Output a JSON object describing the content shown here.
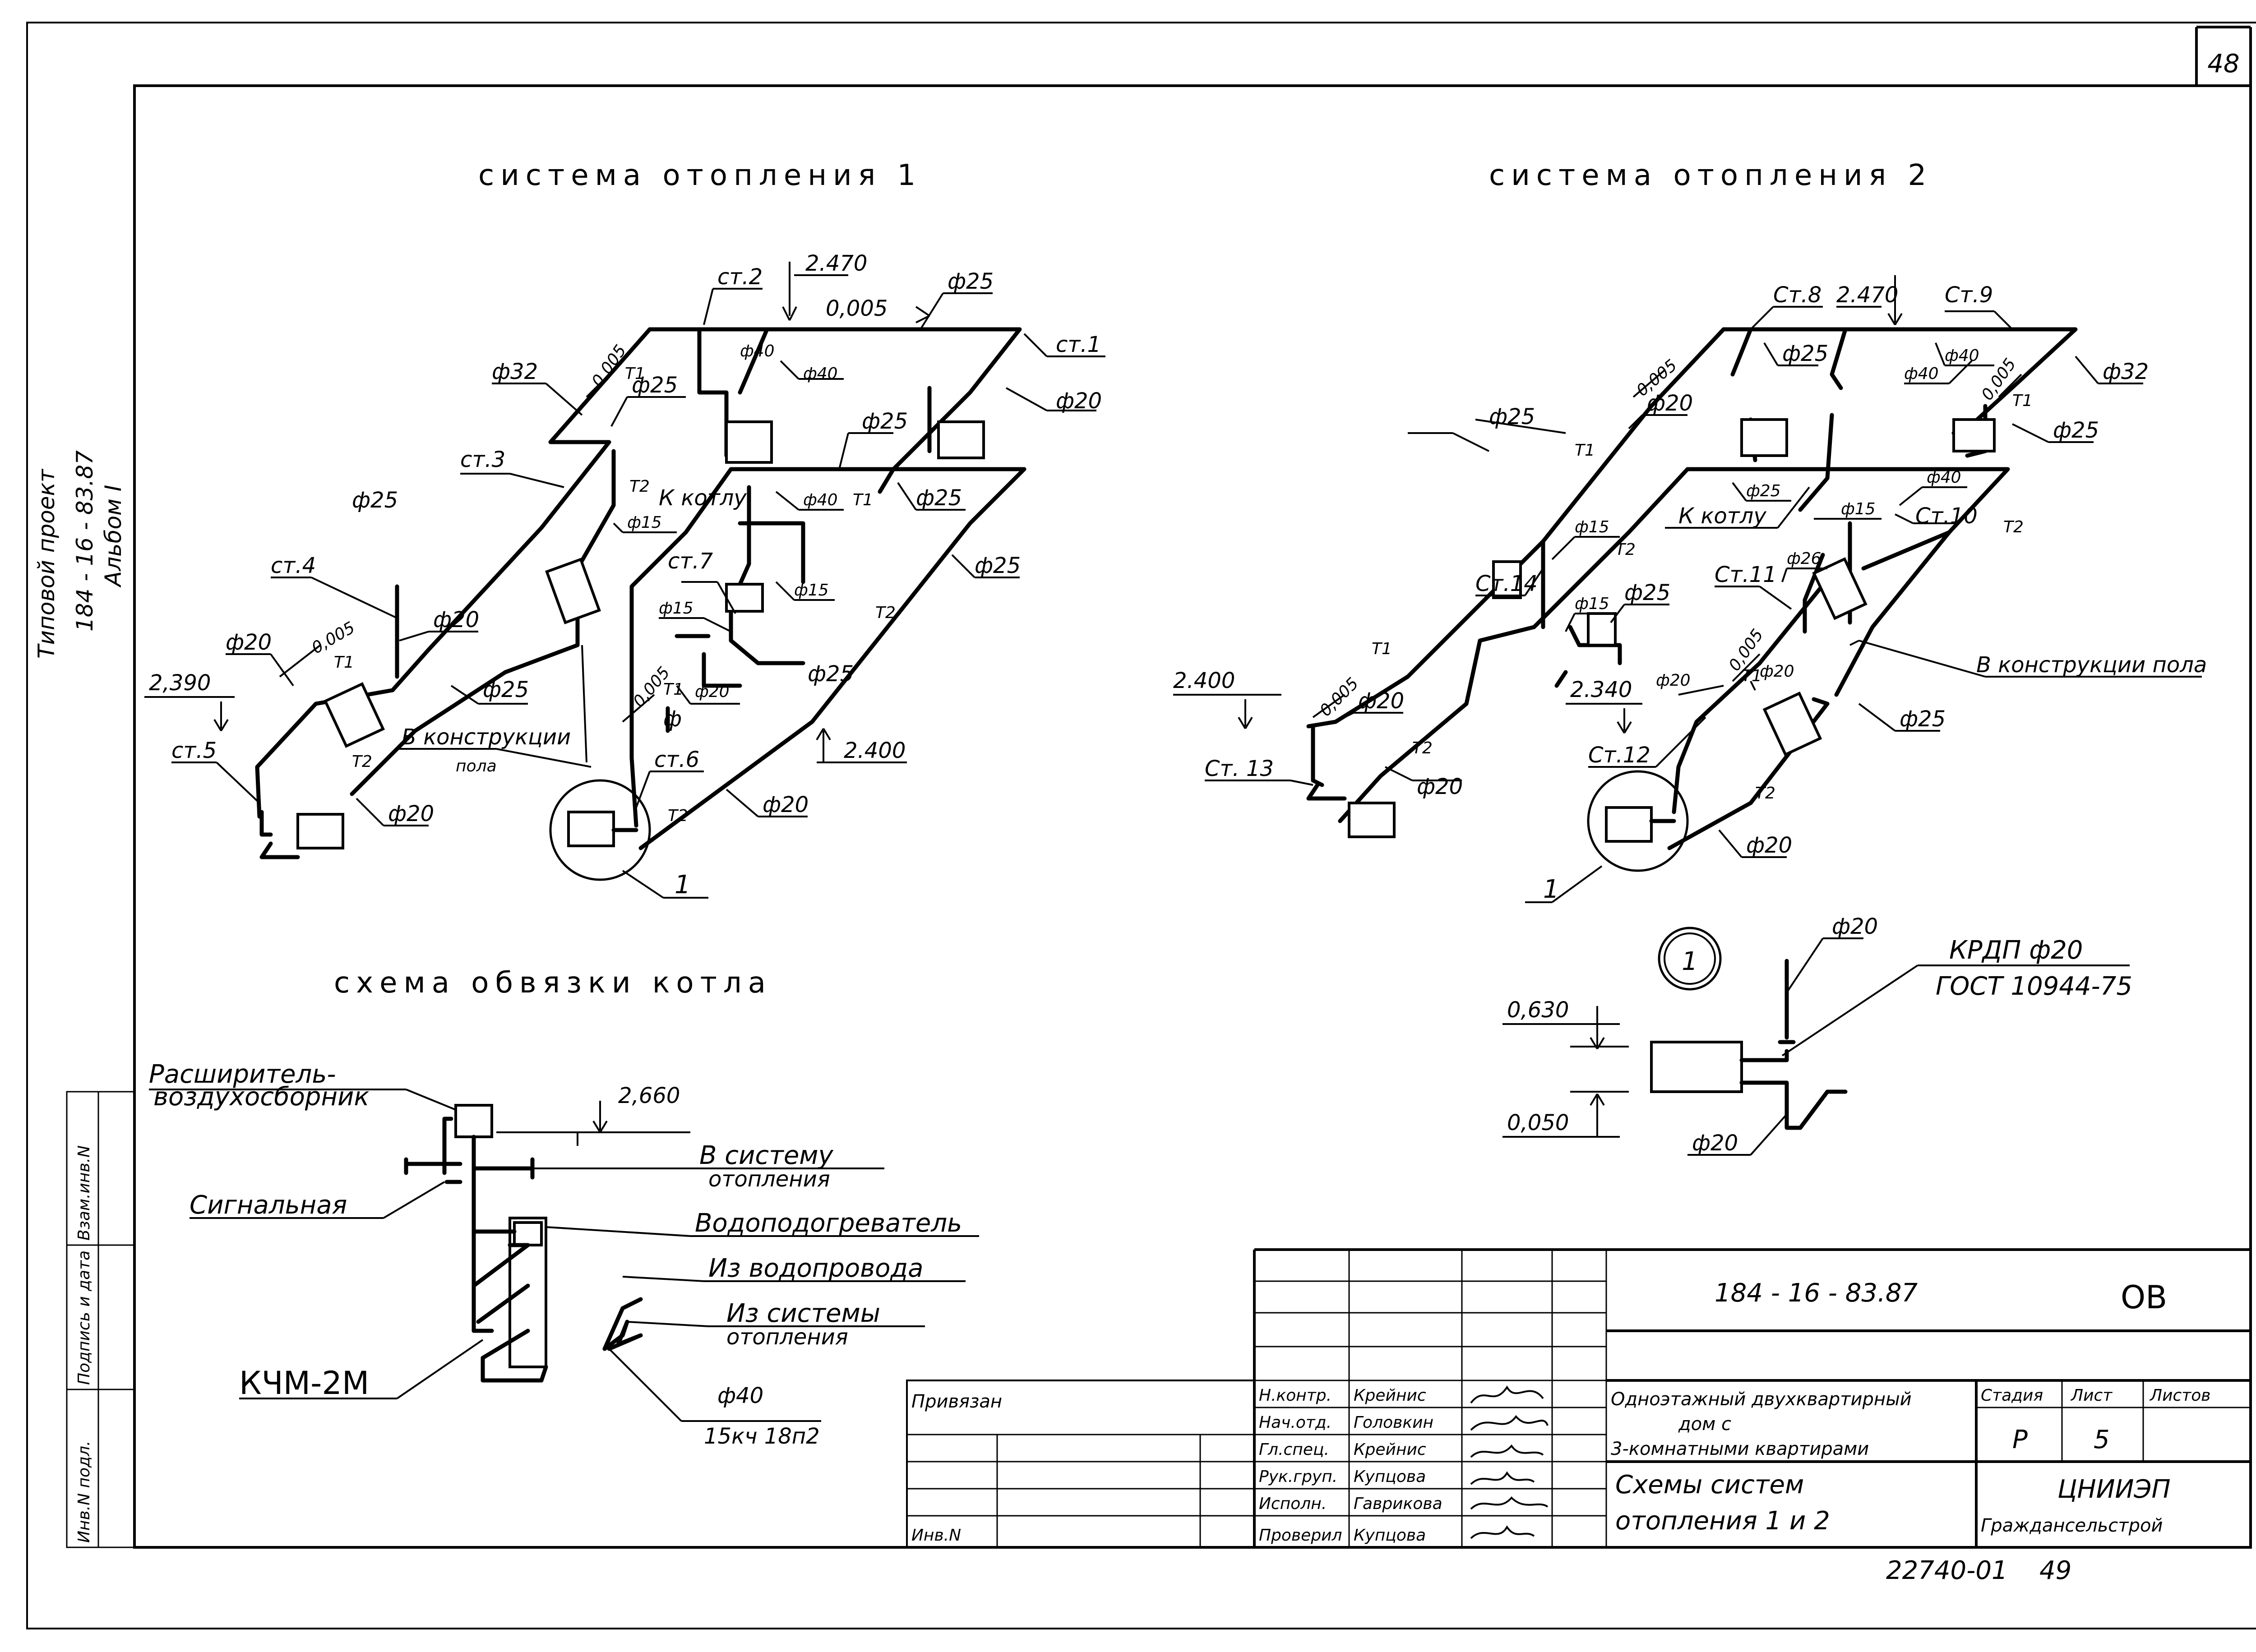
{
  "sheet": {
    "page_number": "48"
  },
  "side": {
    "project_title": "Типовой проект",
    "project_code": "184 - 16 - 83.87",
    "album": "Альбом I",
    "stamps": [
      "Инв.N подл.",
      "Подпись и дата",
      "Взам.инв.N"
    ]
  },
  "system1": {
    "title": "система отопления 1",
    "labels": {
      "st1": "ст.1",
      "st2": "ст.2",
      "st3": "ст.3",
      "st4": "ст.4",
      "st5": "ст.5",
      "st6": "ст.6",
      "st7": "ст.7",
      "d25_top": "ф25",
      "d40_a": "ф40",
      "d40_b": "ф40",
      "d25_b": "ф25",
      "d20_right": "ф20",
      "d32": "ф32",
      "d25_c": "ф25",
      "d25_d": "ф25",
      "d25_e": "ф25",
      "d25_f": "ф25",
      "d40_c": "ф40",
      "d15_a": "ф15",
      "d15_b": "ф15",
      "d15_c": "ф15",
      "d20_a": "ф20",
      "d20_b": "ф20",
      "d20_c": "ф20",
      "d20_d": "ф20",
      "d20_e": "ф20",
      "d25_g": "ф25",
      "d25_h": "ф25",
      "phi": "ф",
      "el_2470": "2.470",
      "slope_top": "0,005",
      "slope_a": "0,005",
      "slope_b": "0,005",
      "slope_c": "0,005",
      "el_2390": "2,390",
      "el_2400": "2.400",
      "t1_a": "T1",
      "t1_b": "T1",
      "t1_c": "T1",
      "t1_d": "T1",
      "t2_a": "T2",
      "t2_b": "T2",
      "t2_c": "T2",
      "t2_d": "T2",
      "to_boiler": "К котлу",
      "in_floor": "В конструкции",
      "in_floor2": "пола",
      "callout": "1"
    }
  },
  "system2": {
    "title": "система отопления 2",
    "labels": {
      "st8": "Ст.8",
      "st9": "Ст.9",
      "st10": "Ст.10",
      "st11": "Ст.11",
      "st12": "Ст.12",
      "st13": "Ст. 13",
      "st14": "Ст.14",
      "el_2470": "2.470",
      "slope_a": "0,005",
      "slope_b": "0,005",
      "slope_c": "0,005",
      "slope_d": "0,005",
      "d25_a": "ф25",
      "d20_a": "ф20",
      "d25_b": "ф25",
      "d40_a": "ф40",
      "d40_b": "ф40",
      "d32": "ф32",
      "d25_c": "ф25",
      "d25_d": "ф25",
      "d15_a": "ф15",
      "d15_b": "ф15",
      "d15_c": "ф15",
      "d40_c": "ф40",
      "d26": "ф26",
      "d25_e": "ф25",
      "d20_b": "ф20",
      "d20_c": "ф20",
      "d20_d": "ф20",
      "d25_f": "ф25",
      "d20_e": "ф20",
      "d20_f": "ф20",
      "t1_a": "T1",
      "t1_b": "T1",
      "t1_c": "T1",
      "t1_d": "T1",
      "t2_a": "T2",
      "t2_b": "T2",
      "t2_c": "T2",
      "t2_d": "T2",
      "to_boiler": "К котлу",
      "in_floor": "В конструкции пола",
      "el_2400": "2.400",
      "el_2340": "2.340",
      "callout": "1"
    }
  },
  "detail1": {
    "marker": "1",
    "d20_top": "ф20",
    "valve": "КРДП ф20",
    "gost": "ГОСТ 10944-75",
    "el_0630": "0,630",
    "el_0050": "0,050",
    "d20_bottom": "ф20"
  },
  "boiler": {
    "title": "схема обвязки котла",
    "expander1": "Расширитель-",
    "expander2": "воздухосборник",
    "el_2660": "2,660",
    "to_system1": "В систему",
    "to_system2": "отопления",
    "signal": "Сигнальная",
    "heater": "Водоподогреватель",
    "from_water": "Из водопровода",
    "from_system1": "Из системы",
    "from_system2": "отопления",
    "kchm": "КЧМ-2М",
    "valve1": "ф40",
    "valve2": "15кч 18п2"
  },
  "titleblock": {
    "privyazan": "Привязан",
    "inv": "Инв.N",
    "roles": [
      "Н.контр.",
      "Нач.отд.",
      "Гл.спец.",
      "Рук.груп.",
      "Исполн.",
      "Проверил"
    ],
    "names": [
      "Крейнис",
      "Головкин",
      "Крейнис",
      "Купцова",
      "Гаврикова",
      "Купцова"
    ],
    "doc_code": "184 - 16 - 83.87",
    "mark": "ОВ",
    "object1": "Одноэтажный двухквартирный",
    "object2": "дом с",
    "object3": "3-комнатными квартирами",
    "drawing1": "Схемы систем",
    "drawing2": "отопления 1 и 2",
    "stage_h": "Стадия",
    "sheet_h": "Лист",
    "sheets_h": "Листов",
    "stage": "Р",
    "sheet": "5",
    "org1": "ЦНИИЭП",
    "org2": "Граждансельстрой",
    "archive": "22740-01",
    "archive_num": "49"
  }
}
